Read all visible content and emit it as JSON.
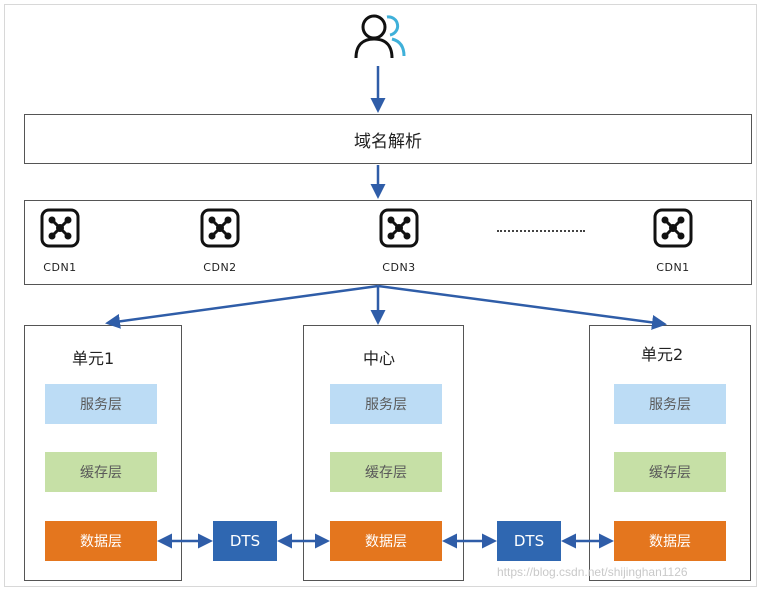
{
  "user": {
    "icon": "user-icon"
  },
  "dns": {
    "label": "域名解析"
  },
  "cdn_nodes": [
    {
      "label": "CDN1",
      "icon": "cdn-node-icon"
    },
    {
      "label": "CDN2",
      "icon": "cdn-node-icon"
    },
    {
      "label": "CDN3",
      "icon": "cdn-node-icon"
    },
    {
      "label": "CDN1",
      "icon": "cdn-node-icon"
    }
  ],
  "cdn_ellipsis": "……………………",
  "units": [
    {
      "title": "单元1",
      "layers": {
        "service": "服务层",
        "cache": "缓存层",
        "data": "数据层"
      }
    },
    {
      "title": "中心",
      "layers": {
        "service": "服务层",
        "cache": "缓存层",
        "data": "数据层"
      }
    },
    {
      "title": "单元2",
      "layers": {
        "service": "服务层",
        "cache": "缓存层",
        "data": "数据层"
      }
    }
  ],
  "dts": [
    "DTS",
    "DTS"
  ],
  "watermark": "https://blog.csdn.net/shijinghan1126",
  "colors": {
    "arrow": "#2f5da8",
    "service_layer": "#bcdcf5",
    "cache_layer": "#c6e0a6",
    "data_layer": "#e4761e",
    "dts": "#2f67b1",
    "user_accent": "#3fb0d9"
  }
}
